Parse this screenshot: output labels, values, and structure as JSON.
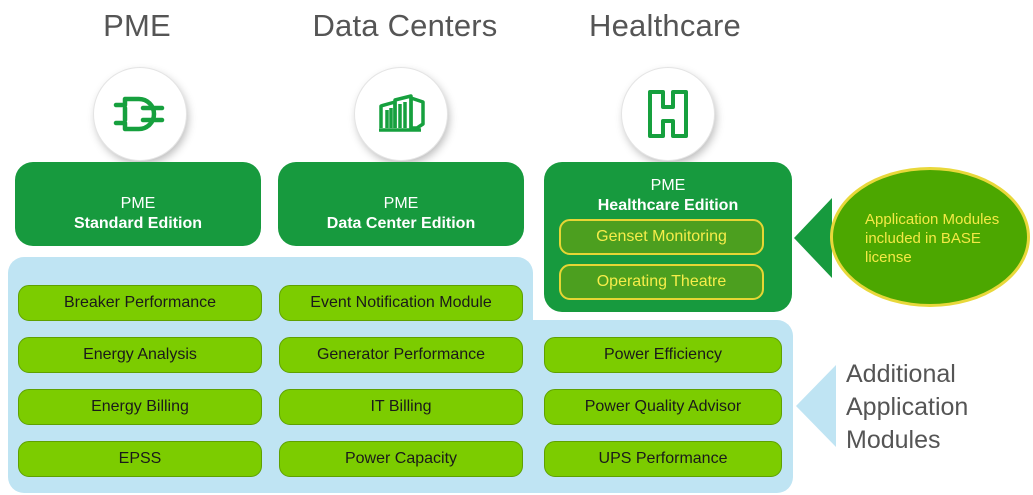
{
  "columns": [
    {
      "title": "PME",
      "icon": "plug-icon"
    },
    {
      "title": "Data Centers",
      "icon": "building-icon"
    },
    {
      "title": "Healthcare",
      "icon": "hospital-icon"
    }
  ],
  "editions": {
    "standard": {
      "line1": "PME",
      "line2": "Standard Edition"
    },
    "datacenter": {
      "line1": "PME",
      "line2": "Data Center Edition"
    },
    "healthcare": {
      "line1": "PME",
      "line2": "Healthcare Edition",
      "modules": [
        "Genset Monitoring",
        "Operating Theatre"
      ]
    }
  },
  "base_callout": {
    "text": "Application Modules included in BASE license"
  },
  "additional_label": "Additional Application Modules",
  "modules": {
    "col1": [
      "Breaker Performance",
      "Energy Analysis",
      "Energy Billing",
      "EPSS"
    ],
    "col2": [
      "Event Notification Module",
      "Generator Performance",
      "IT Billing",
      "Power Capacity"
    ],
    "col3": [
      "Power Efficiency",
      "Power Quality Advisor",
      "UPS Performance"
    ]
  },
  "colors": {
    "edition_green": "#179a3e",
    "module_green": "#7ccc00",
    "callout_green": "#4ca700",
    "highlight_yellow": "#f4e945",
    "light_blue": "#bfe4f3",
    "title_gray": "#555555"
  }
}
